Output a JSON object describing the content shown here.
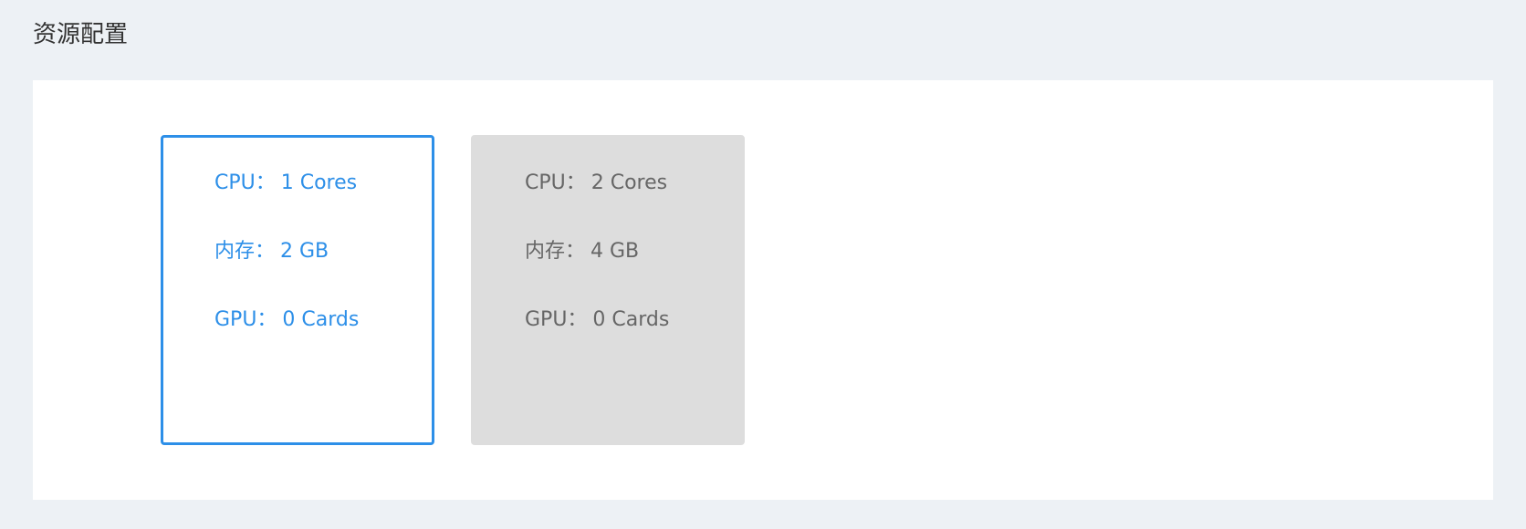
{
  "section": {
    "title": "资源配置"
  },
  "options": [
    {
      "selected": true,
      "cpu_label": "CPU：",
      "cpu_value": "1 Cores",
      "memory_label": "内存：",
      "memory_value": "2 GB",
      "gpu_label": "GPU：",
      "gpu_value": "0 Cards"
    },
    {
      "selected": false,
      "cpu_label": "CPU：",
      "cpu_value": "2 Cores",
      "memory_label": "内存：",
      "memory_value": "4 GB",
      "gpu_label": "GPU：",
      "gpu_value": "0 Cards"
    }
  ],
  "colors": {
    "page_background": "#edf1f5",
    "panel_background": "#ffffff",
    "selected_accent": "#2d8fe8",
    "unselected_background": "#dddddd",
    "unselected_text": "#666666"
  }
}
